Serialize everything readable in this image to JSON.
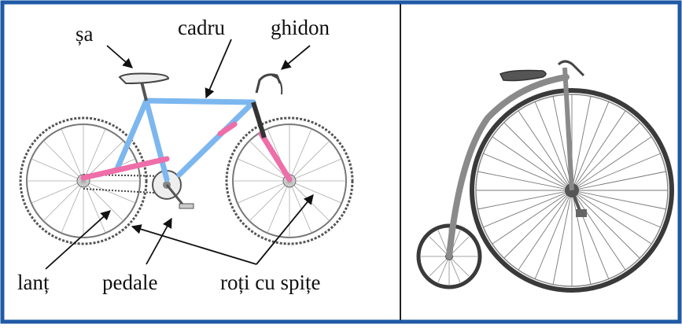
{
  "labels": {
    "sa": "șa",
    "cadru": "cadru",
    "ghidon": "ghidon",
    "lant": "lanț",
    "pedale": "pedale",
    "roti": "roți cu spițe"
  },
  "colors": {
    "border": "#1f5aa6",
    "divider": "#222222",
    "frame_blue": "#7cb7ef",
    "frame_pink": "#ee6ea9",
    "penny_wheel": "#3a3a3a",
    "penny_frame": "#8a8a8a"
  },
  "icons": [
    "modern-bicycle-illustration",
    "penny-farthing-illustration",
    "arrow"
  ]
}
